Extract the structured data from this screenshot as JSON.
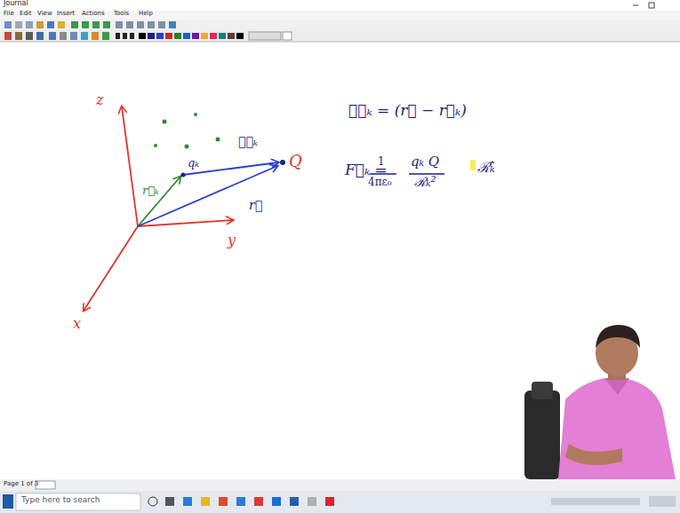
{
  "diagram": {
    "labels": [
      "Journal",
      "File",
      "Edit",
      "View",
      "Insert",
      "Actions",
      "Tools",
      "Help",
      "z",
      "y",
      "x",
      "qₖ",
      "Q",
      "r⃗ₖ",
      "ℛ⃗ₖ",
      "r⃗",
      "ℛ⃗ₖ = (r⃗ − r⃗ₖ)",
      "F⃗ₖ =",
      "1",
      "4πε₀",
      "qₖ Q",
      "ℛₖ²",
      "ℛ̂ₖ",
      "Page 1 of 3",
      "Type here to search"
    ]
  }
}
